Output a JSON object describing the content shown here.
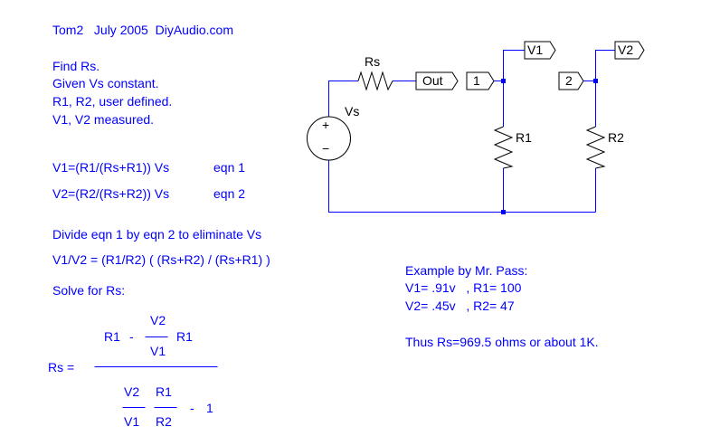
{
  "header": {
    "text": "Tom2   July 2005  DiyAudio.com"
  },
  "problem": {
    "line1": "Find Rs.",
    "line2": "Given Vs constant.",
    "line3": "R1, R2, user defined.",
    "line4": "V1, V2 measured."
  },
  "equations": {
    "eqn1": "V1=(R1/(Rs+R1)) Vs",
    "eqn1_label": "eqn 1",
    "eqn2": "V2=(R2/(Rs+R2)) Vs",
    "eqn2_label": "eqn 2",
    "divide": "Divide eqn 1 by eqn 2 to eliminate Vs",
    "ratio": "V1/V2 = (R1/R2) ( (Rs+R2) / (Rs+R1) )",
    "solve": "Solve for Rs:"
  },
  "formula": {
    "lhs": "Rs =",
    "num_r1": "R1",
    "num_minus": "-",
    "num_v2": "V2",
    "num_v1": "V1",
    "num_r1b": "R1",
    "den_v2": "V2",
    "den_v1": "V1",
    "den_r1": "R1",
    "den_r2": "R2",
    "den_minus": "-",
    "den_one": "1"
  },
  "example": {
    "title": "Example by Mr. Pass:",
    "line1": "V1= .91v   , R1= 100",
    "line2": "V2= .45v   , R2= 47",
    "result": "Thus Rs=969.5 ohms or about 1K."
  },
  "schematic": {
    "rs_label": "Rs",
    "vs_label": "Vs",
    "plus_sign": "+",
    "minus_sign": "−",
    "out_label": "Out",
    "port1_label": "1",
    "port2_label": "2",
    "v1_label": "V1",
    "v2_label": "V2",
    "r1_label": "R1",
    "r2_label": "R2",
    "wire_color": "#0000ff",
    "text_color": "#000000"
  }
}
